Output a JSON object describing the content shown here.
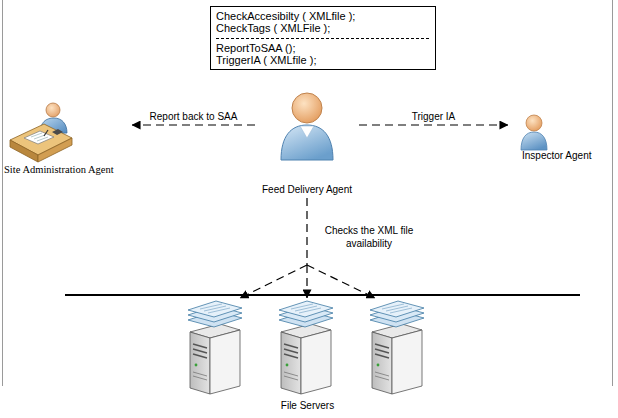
{
  "diagram": {
    "nodes": [
      {
        "text": [
          "CheckAccesibilty ( XMLfile );",
          "CheckTags ( XMLFile );",
          "ReportToSAA ();",
          "TriggerIA ( XMLfile );"
        ]
      },
      {
        "text": [
          "Site Administration Agent"
        ]
      },
      {
        "text": [
          "Feed Delivery Agent"
        ]
      },
      {
        "text": [
          "Inspector Agent"
        ]
      },
      {
        "text": [
          "File Servers"
        ]
      }
    ],
    "edges": [
      {
        "from": 2,
        "to": 1,
        "arrow": "to",
        "label": "Report back to SAA"
      },
      {
        "from": 2,
        "to": 3,
        "arrow": "to",
        "label": "Trigger IA"
      },
      {
        "from": 2,
        "to": 4,
        "arrow": "to",
        "label": "Checks the XML file availability"
      }
    ]
  }
}
